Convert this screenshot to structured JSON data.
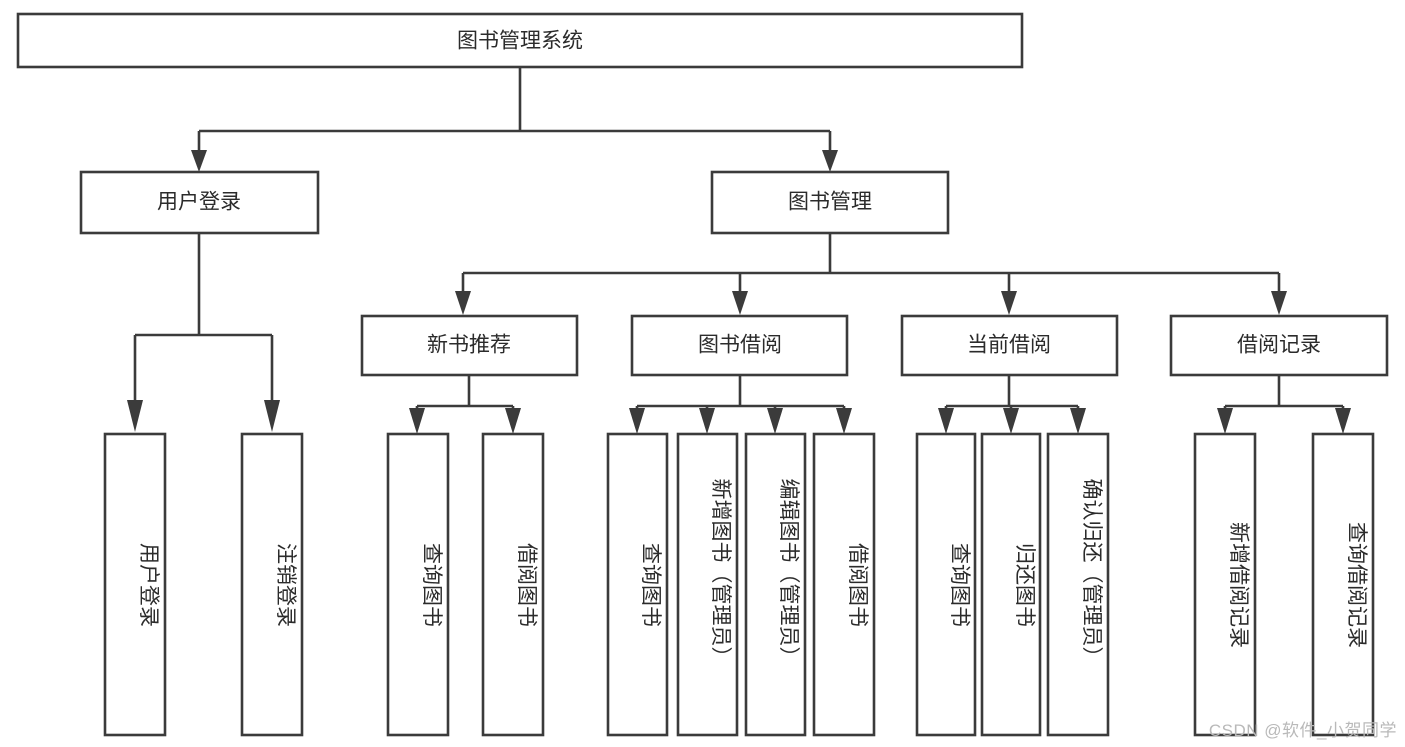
{
  "diagram": {
    "title": "图书管理系统",
    "type": "tree",
    "watermark": "CSDN @软件_小贺同学",
    "colors": {
      "stroke": "#3b3b3b",
      "fill": "#ffffff",
      "text": "#2b2b2b",
      "watermark": "#b9b9b9"
    },
    "levels": {
      "root": {
        "label": "图书管理系统"
      },
      "level2": [
        {
          "label": "用户登录"
        },
        {
          "label": "图书管理"
        }
      ],
      "level3": [
        {
          "label": "新书推荐"
        },
        {
          "label": "图书借阅"
        },
        {
          "label": "当前借阅"
        },
        {
          "label": "借阅记录"
        }
      ]
    },
    "groups": [
      {
        "parent": "用户登录",
        "leaves": [
          {
            "label": "用户登录"
          },
          {
            "label": "注销登录"
          }
        ]
      },
      {
        "parent": "新书推荐",
        "leaves": [
          {
            "label": "查询图书"
          },
          {
            "label": "借阅图书"
          }
        ]
      },
      {
        "parent": "图书借阅",
        "leaves": [
          {
            "label": "查询图书"
          },
          {
            "label": "新增图书（管理员）"
          },
          {
            "label": "编辑图书（管理员）"
          },
          {
            "label": "借阅图书"
          }
        ]
      },
      {
        "parent": "当前借阅",
        "leaves": [
          {
            "label": "查询图书"
          },
          {
            "label": "归还图书"
          },
          {
            "label": "确认归还（管理员）"
          }
        ]
      },
      {
        "parent": "借阅记录",
        "leaves": [
          {
            "label": "新增借阅记录"
          },
          {
            "label": "查询借阅记录"
          }
        ]
      }
    ]
  }
}
